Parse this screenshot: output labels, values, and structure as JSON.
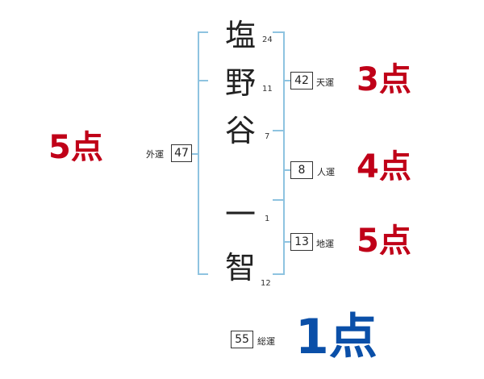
{
  "name_chars": [
    {
      "char": "塩",
      "strokes": "24"
    },
    {
      "char": "野",
      "strokes": "11"
    },
    {
      "char": "谷",
      "strokes": "7"
    },
    {
      "char": "一",
      "strokes": "1"
    },
    {
      "char": "智",
      "strokes": "12"
    }
  ],
  "fortunes": {
    "gaiun": {
      "label": "外運",
      "value": "47",
      "score": "5点"
    },
    "tenun": {
      "label": "天運",
      "value": "42",
      "score": "3点"
    },
    "jinun": {
      "label": "人運",
      "value": "8",
      "score": "4点"
    },
    "chiun": {
      "label": "地運",
      "value": "13",
      "score": "5点"
    },
    "souun": {
      "label": "総運",
      "value": "55",
      "score": "1点"
    }
  },
  "colors": {
    "bracket": "#8ec3e0",
    "score_red": "#c00018",
    "score_blue": "#0a4fa8"
  }
}
